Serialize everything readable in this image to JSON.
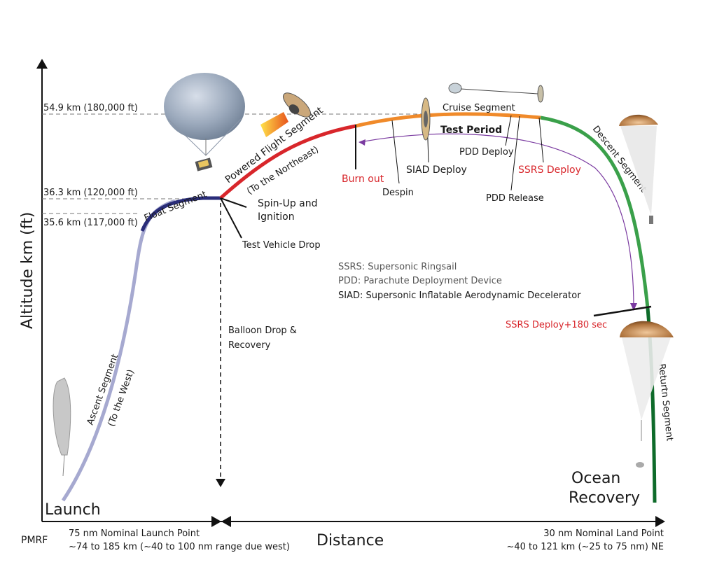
{
  "y_axis": {
    "title": "Altitude km (ft)",
    "ticks": [
      "54.9 km (180,000 ft)",
      "36.3 km (120,000 ft)",
      "35.6 km (117,000 ft)"
    ]
  },
  "x_axis": {
    "title": "Distance",
    "origin": "PMRF",
    "launch_range_line1": "75 nm Nominal Launch Point",
    "launch_range_line2": "~74 to 185 km (~40 to 100 nm range due west)",
    "land_range_line1": "30 nm Nominal Land Point",
    "land_range_line2": "~40 to 121 km (~25 to 75 nm) NE"
  },
  "segments": {
    "ascent": "Ascent Segment",
    "ascent_dir": "(To the West)",
    "float": "Float Segment",
    "powered": "Powered Flight Segment",
    "powered_dir": "(To the Northeast)",
    "cruise": "Cruise Segment",
    "descent": "Descent Segment",
    "return": "Returtn Segment",
    "test_period": "Test Period"
  },
  "events": {
    "spin_up_1": "Spin-Up and",
    "spin_up_2": "Ignition",
    "drop": "Test Vehicle Drop",
    "burn_out": "Burn out",
    "despin": "Despin",
    "siad_deploy": "SIAD Deploy",
    "pdd_deploy": "PDD Deploy",
    "ssrs_deploy": "SSRS Deploy",
    "pdd_release": "PDD Release",
    "ssrs_180": "SSRS Deploy+180 sec",
    "balloon_drop_1": "Balloon Drop &",
    "balloon_drop_2": "Recovery",
    "launch": "Launch",
    "ocean_1": "Ocean",
    "ocean_2": "Recovery"
  },
  "legend": {
    "ssrs": "SSRS: Supersonic Ringsail",
    "pdd": "PDD:  Parachute Deployment Device",
    "siad": "SIAD: Supersonic Inflatable Aerodynamic Decelerator"
  },
  "colors": {
    "ascent": "#a6a9d0",
    "float": "#2a2d7a",
    "powered": "#d8262b",
    "test": "#f08a2a",
    "descent": "#3aa04a",
    "return": "#0e6b2a",
    "trajectory_arrow": "#7a3aa0",
    "red_text": "#d8262b"
  }
}
